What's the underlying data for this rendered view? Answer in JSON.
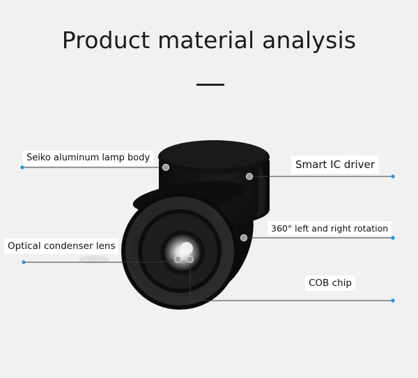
{
  "title": "Product material analysis",
  "callouts": {
    "lamp_body": "Seiko aluminum lamp body",
    "ic_driver": "Smart IC driver",
    "rotation": "360° left and right rotation",
    "condenser_lens": "Optical condenser lens",
    "cob_chip": "COB chip"
  },
  "colors": {
    "background": "#f1f1f1",
    "leader_line": "#3a3a3a",
    "endpoint_dot": "#2a8fd8",
    "anchor_dot": "#9a9a9a",
    "lamp_body": "#141414"
  },
  "icons": {
    "product": "rotatable-led-spotlight"
  }
}
